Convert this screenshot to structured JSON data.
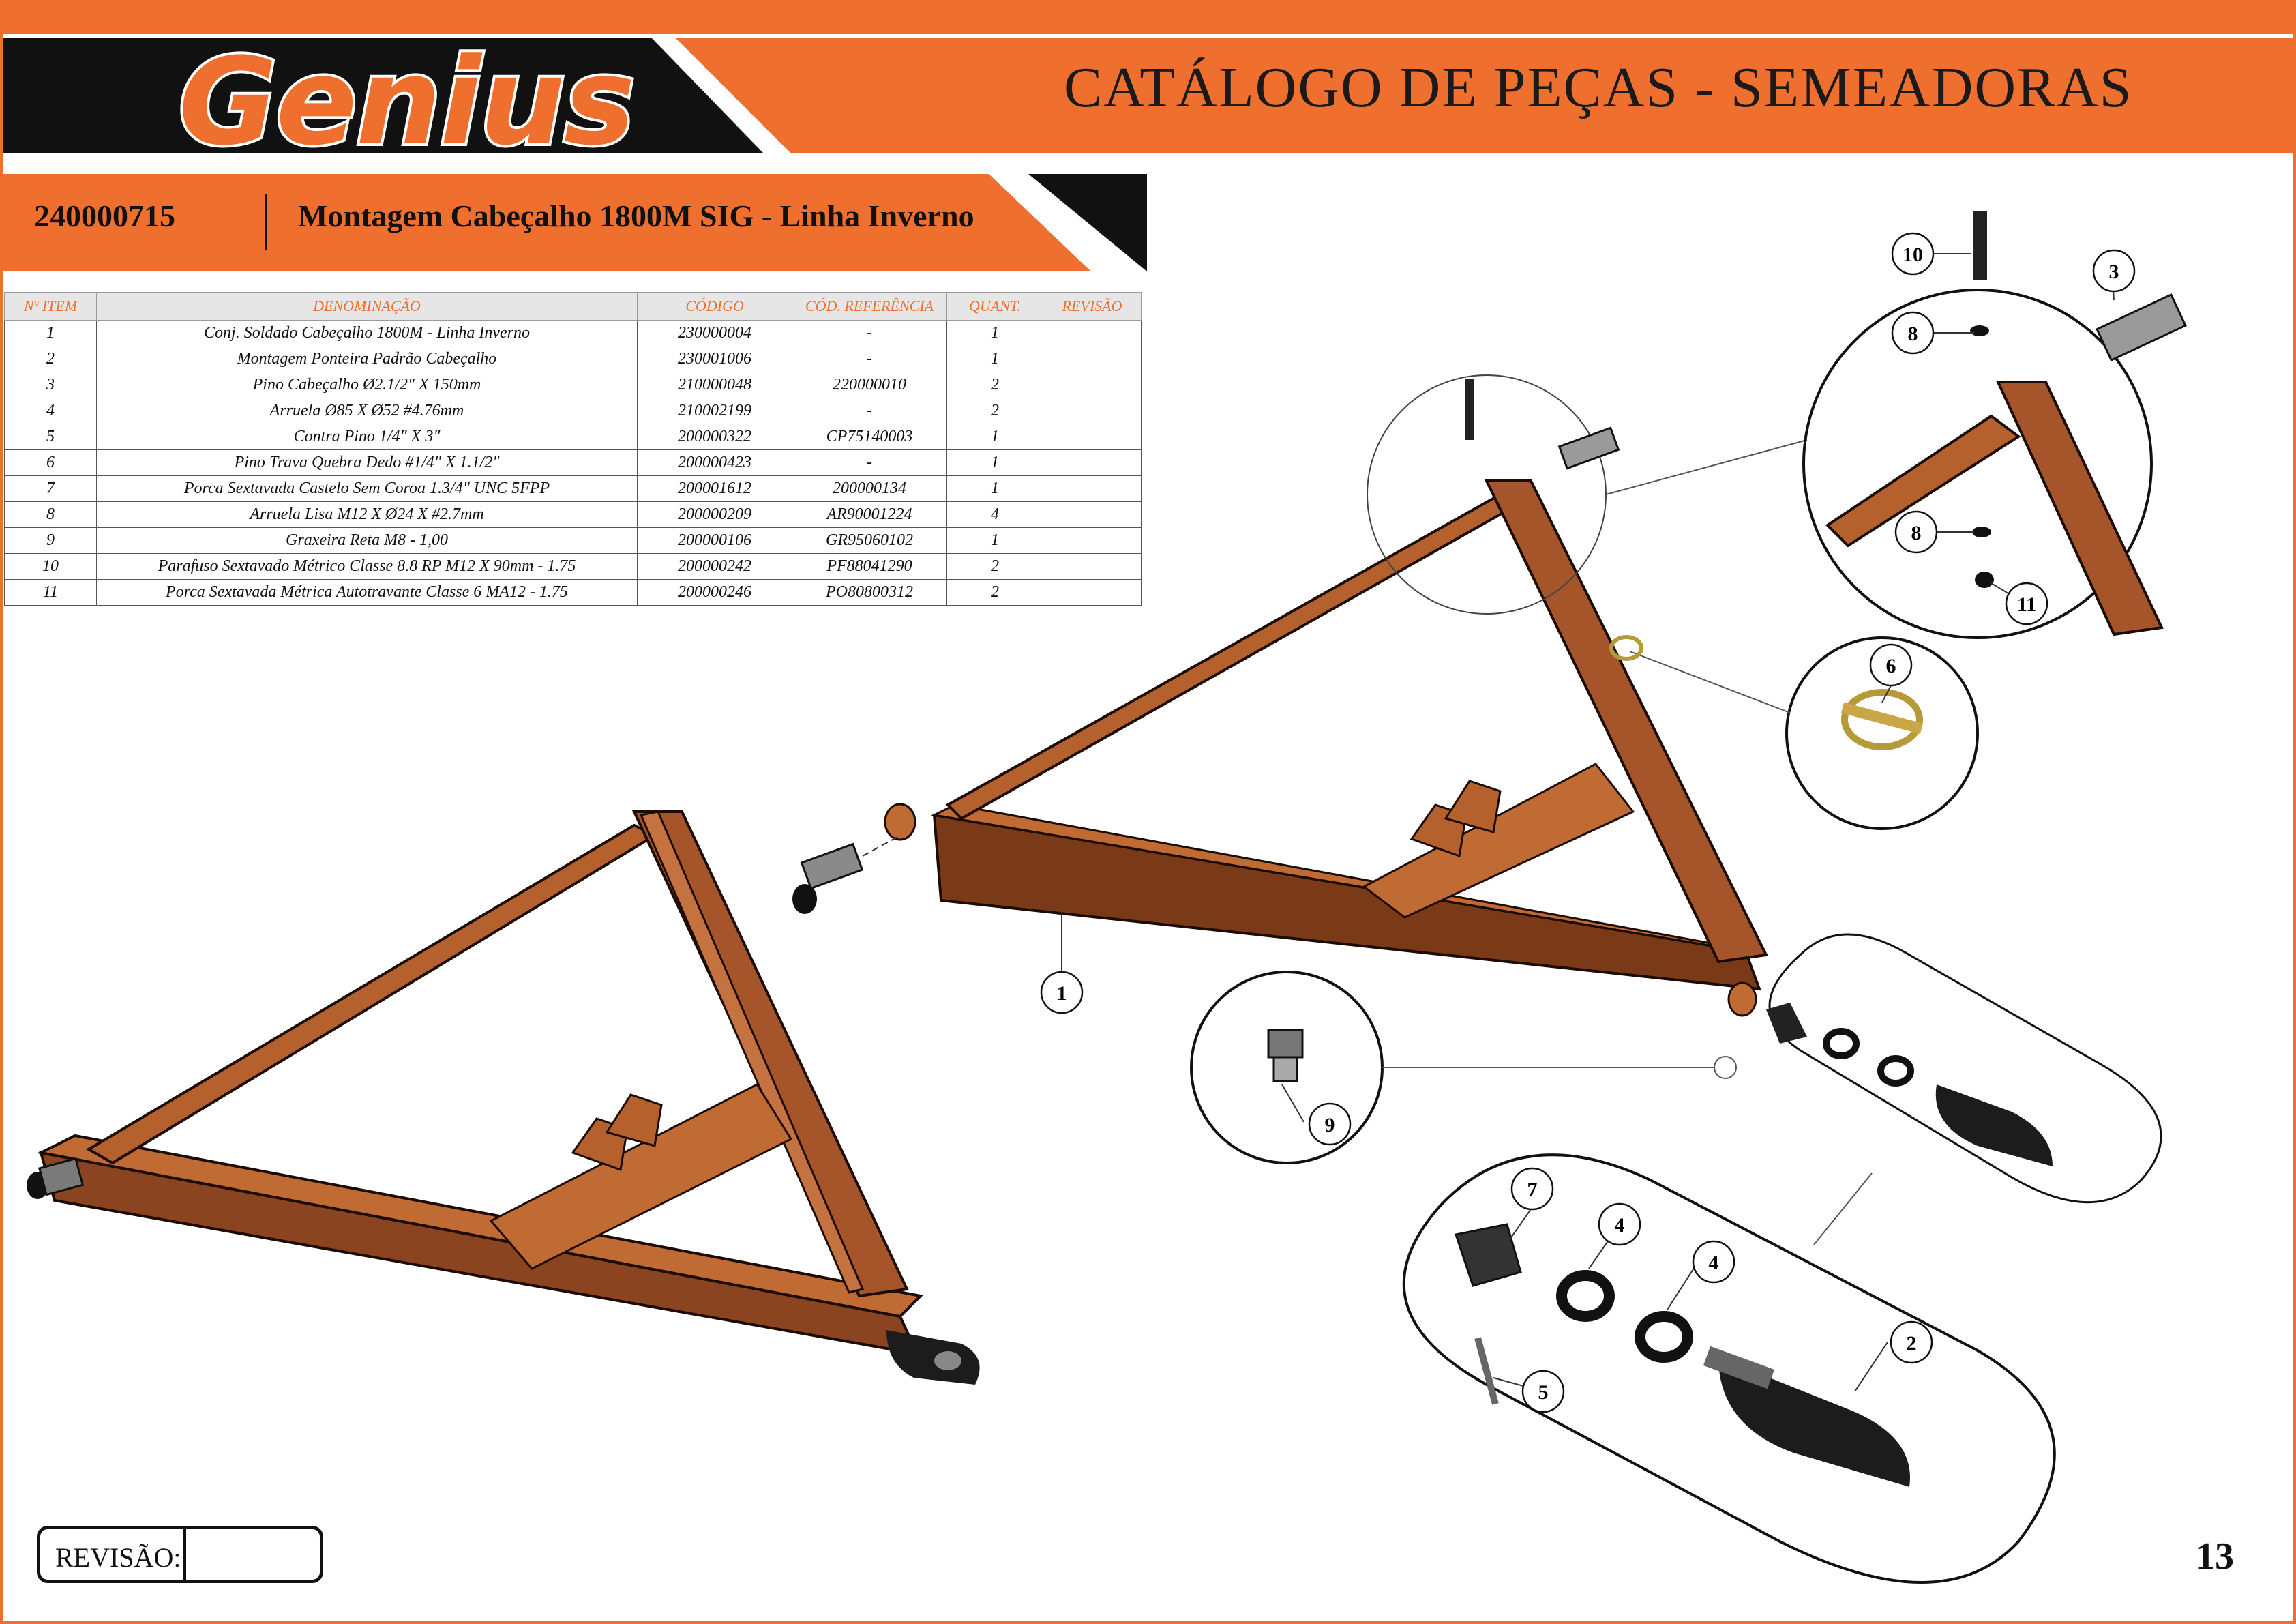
{
  "header": {
    "logo_text": "Genius",
    "catalog_title": "CATÁLOGO DE PEÇAS - SEMEADORAS"
  },
  "assembly": {
    "code": "240000715",
    "name": "Montagem Cabeçalho 1800M SIG - Linha Inverno"
  },
  "table": {
    "headers": [
      "Nº ITEM",
      "DENOMINAÇÃO",
      "CÓDIGO",
      "CÓD. REFERÊNCIA",
      "QUANT.",
      "REVISÃO"
    ],
    "rows": [
      [
        "1",
        "Conj. Soldado Cabeçalho 1800M - Linha Inverno",
        "230000004",
        "-",
        "1",
        ""
      ],
      [
        "2",
        "Montagem Ponteira Padrão Cabeçalho",
        "230001006",
        "-",
        "1",
        ""
      ],
      [
        "3",
        "Pino Cabeçalho Ø2.1/2\" X 150mm",
        "210000048",
        "220000010",
        "2",
        ""
      ],
      [
        "4",
        "Arruela Ø85 X Ø52 #4.76mm",
        "210002199",
        "-",
        "2",
        ""
      ],
      [
        "5",
        "Contra Pino 1/4\" X 3\"",
        "200000322",
        "CP75140003",
        "1",
        ""
      ],
      [
        "6",
        "Pino Trava Quebra Dedo #1/4\" X 1.1/2\"",
        "200000423",
        "-",
        "1",
        ""
      ],
      [
        "7",
        "Porca Sextavada Castelo Sem Coroa 1.3/4\" UNC 5FPP",
        "200001612",
        "200000134",
        "1",
        ""
      ],
      [
        "8",
        "Arruela Lisa M12 X Ø24 X #2.7mm",
        "200000209",
        "AR90001224",
        "4",
        ""
      ],
      [
        "9",
        "Graxeira Reta M8 - 1,00",
        "200000106",
        "GR95060102",
        "1",
        ""
      ],
      [
        "10",
        "Parafuso Sextavado Métrico Classe 8.8 RP M12 X 90mm - 1.75",
        "200000242",
        "PF88041290",
        "2",
        ""
      ],
      [
        "11",
        "Porca Sextavada Métrica Autotravante Classe 6 MA12 - 1.75",
        "200000246",
        "PO80800312",
        "2",
        ""
      ]
    ]
  },
  "callouts": {
    "c1": "1",
    "c2": "2",
    "c3": "3",
    "c4a": "4",
    "c4b": "4",
    "c5": "5",
    "c6": "6",
    "c7": "7",
    "c8a": "8",
    "c8b": "8",
    "c9": "9",
    "c10": "10",
    "c11": "11"
  },
  "footer": {
    "revision_label": "REVISÃO:",
    "revision_value": "",
    "page_number": "13"
  },
  "colors": {
    "accent": "#ef6f2e",
    "black_band": "#111111",
    "part_orange": "#b8642f",
    "part_dark": "#7a3a18"
  }
}
